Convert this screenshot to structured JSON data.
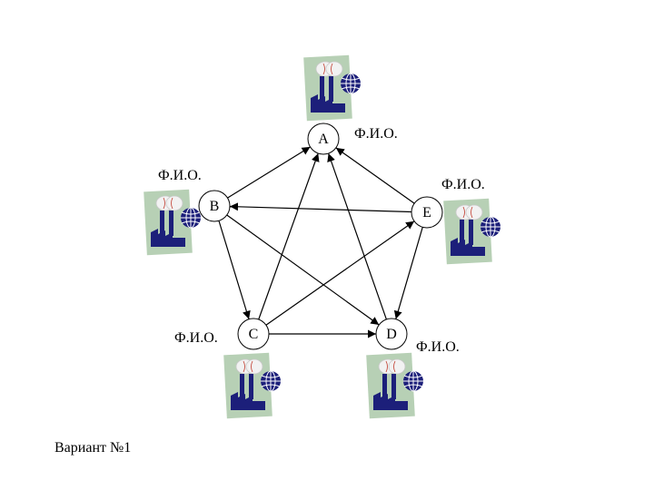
{
  "nodes": [
    {
      "id": "A",
      "label": "A",
      "person": "Ф.И.О."
    },
    {
      "id": "B",
      "label": "B",
      "person": "Ф.И.О."
    },
    {
      "id": "C",
      "label": "C",
      "person": "Ф.И.О."
    },
    {
      "id": "D",
      "label": "D",
      "person": "Ф.И.О."
    },
    {
      "id": "E",
      "label": "E",
      "person": "Ф.И.О."
    }
  ],
  "edges": [
    {
      "from": "B",
      "to": "A"
    },
    {
      "from": "E",
      "to": "A"
    },
    {
      "from": "C",
      "to": "A"
    },
    {
      "from": "D",
      "to": "A"
    },
    {
      "from": "E",
      "to": "B"
    },
    {
      "from": "B",
      "to": "C"
    },
    {
      "from": "B",
      "to": "D"
    },
    {
      "from": "C",
      "to": "D"
    },
    {
      "from": "C",
      "to": "E"
    },
    {
      "from": "E",
      "to": "D"
    }
  ],
  "icon": "factory-globe-icon",
  "variant_label": "Вариант №1",
  "colors": {
    "icon_bg": "#b7d0b5",
    "factory": "#1c1f7a",
    "globe": "#1c1f7a",
    "smoke": "#f2f2f2"
  }
}
